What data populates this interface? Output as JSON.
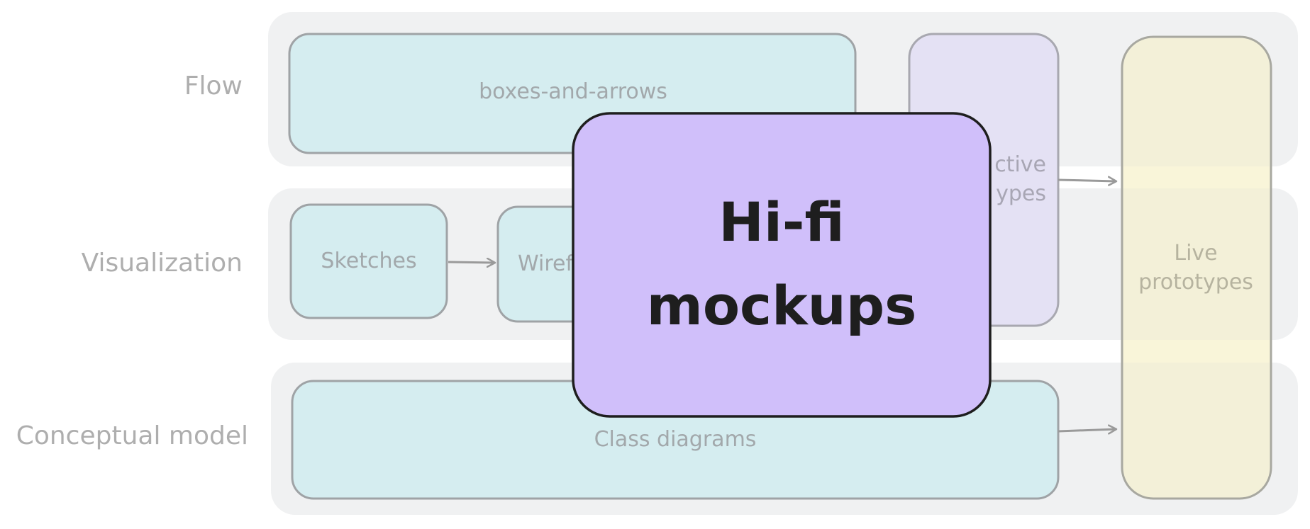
{
  "lanes": {
    "flow": "Flow",
    "visualization": "Visualization",
    "conceptual_model": "Conceptual model"
  },
  "boxes": {
    "boxes_and_arrows": "boxes-and-arrows",
    "sketches": "Sketches",
    "wireframes_visible": "Wiref",
    "interactive_line1_visible": "ctive",
    "interactive_line2_visible": "ypes",
    "live_line1": "Live",
    "live_line2": "prototypes",
    "class_diagrams": "Class diagrams",
    "hifi_line1": "Hi-fi",
    "hifi_line2": "mockups"
  },
  "colors": {
    "lane_bg": "#f0f1f2",
    "teal_box": "#d5edf0",
    "lavender_box": "#e4e1f4",
    "live_box": "#f3f0d8",
    "hifi_box": "#d0bffa",
    "muted_text": "#aeaeae",
    "dark_text": "#1e1e1e"
  }
}
